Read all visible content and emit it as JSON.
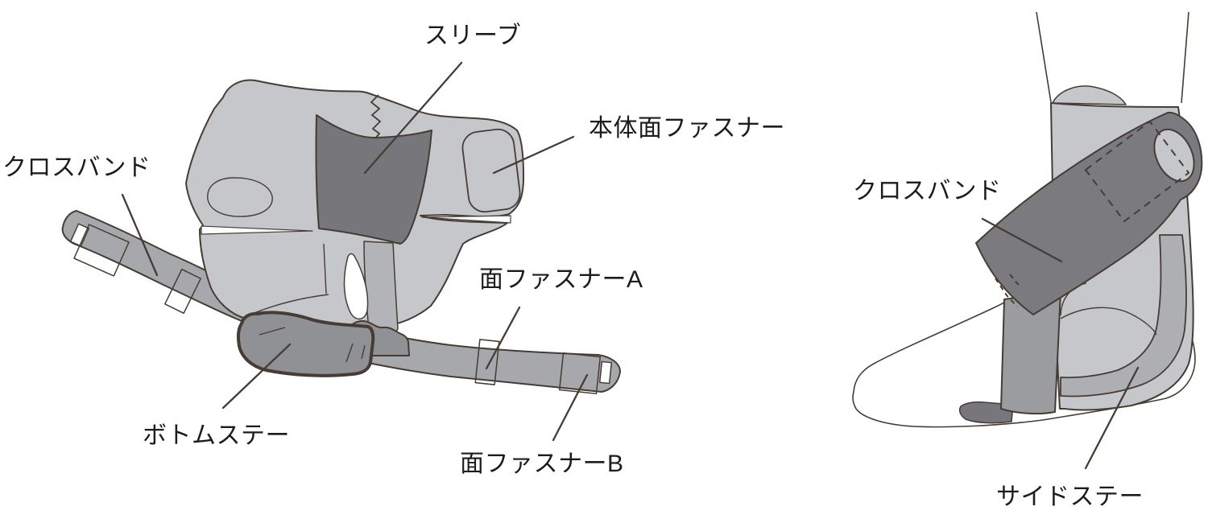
{
  "diagram": {
    "left_figure": {
      "labels": {
        "sleeve": "スリーブ",
        "body_fastener": "本体面ファスナー",
        "cross_band": "クロスバンド",
        "fastener_a": "面ファスナーA",
        "bottom_stay": "ボトムステー",
        "fastener_b": "面ファスナーB"
      }
    },
    "right_figure": {
      "labels": {
        "cross_band": "クロスバンド",
        "side_stay": "サイドステー"
      }
    }
  },
  "colors": {
    "outline": "#453c35",
    "body_light": "#c6c7ca",
    "strap_medium": "#a7a8ab",
    "sleeve_dark": "#77777b",
    "stay_fill": "#909194",
    "strip": "#b3b4b7",
    "band_dark": "#7b7b7f",
    "side_stay": "#aeafb3",
    "vertical_strap": "#9b9c9f",
    "text": "#1c1c1c",
    "background": "#ffffff"
  }
}
